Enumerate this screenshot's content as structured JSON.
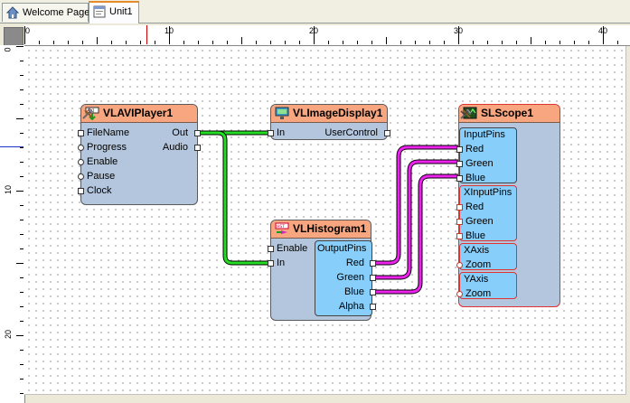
{
  "tabs": [
    {
      "label": "Welcome Page",
      "icon": "home-icon",
      "active": false
    },
    {
      "label": "Unit1",
      "icon": "form-icon",
      "active": true
    }
  ],
  "ruler": {
    "h_labels": [
      "0",
      "10",
      "20",
      "30",
      "40"
    ],
    "v_labels": [
      "0",
      "10",
      "20"
    ]
  },
  "components": {
    "player": {
      "title": "VLAVIPlayer1",
      "icon": "avi-player-icon",
      "inputs": [
        "FileName",
        "Progress",
        "Enable",
        "Pause",
        "Clock"
      ],
      "outputs": [
        "Out",
        "Audio"
      ]
    },
    "display": {
      "title": "VLImageDisplay1",
      "icon": "image-display-icon",
      "inputs": [
        "In"
      ],
      "outputs": [
        "UserControl"
      ]
    },
    "histogram": {
      "title": "VLHistogram1",
      "icon": "histogram-icon",
      "inputs": [
        "Enable",
        "In"
      ],
      "group_label": "OutputPins",
      "outputs": [
        "Red",
        "Green",
        "Blue",
        "Alpha"
      ]
    },
    "scope": {
      "title": "SLScope1",
      "icon": "scope-icon",
      "groups": [
        {
          "label": "InputPins",
          "pins": [
            "Red",
            "Green",
            "Blue"
          ]
        },
        {
          "label": "XInputPins",
          "pins": [
            "Red",
            "Green",
            "Blue"
          ]
        },
        {
          "label": "XAxis",
          "pins": [
            "Zoom"
          ]
        },
        {
          "label": "YAxis",
          "pins": [
            "Zoom"
          ]
        }
      ]
    }
  },
  "colors": {
    "header": "#f7a67f",
    "body": "#b3c6dd",
    "group": "#87cefa",
    "wire_video": "#22dd22",
    "wire_data": "#ee22ee"
  }
}
